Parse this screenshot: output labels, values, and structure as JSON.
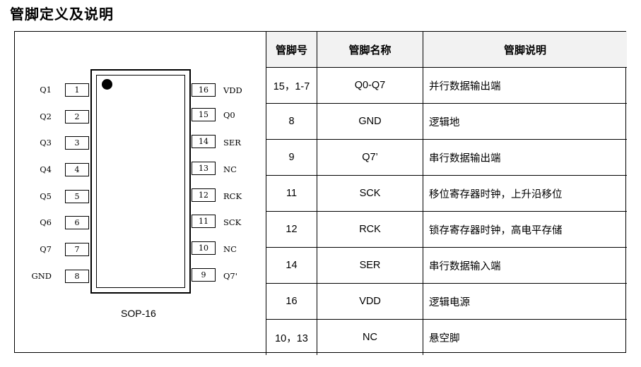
{
  "title": "管脚定义及说明",
  "package_label": "SOP-16",
  "left_pins": [
    {
      "label": "Q1",
      "num": "1"
    },
    {
      "label": "Q2",
      "num": "2"
    },
    {
      "label": "Q3",
      "num": "3"
    },
    {
      "label": "Q4",
      "num": "4"
    },
    {
      "label": "Q5",
      "num": "5"
    },
    {
      "label": "Q6",
      "num": "6"
    },
    {
      "label": "Q7",
      "num": "7"
    },
    {
      "label": "GND",
      "num": "8"
    }
  ],
  "right_pins": [
    {
      "label": "VDD",
      "num": "16"
    },
    {
      "label": "Q0",
      "num": "15"
    },
    {
      "label": "SER",
      "num": "14"
    },
    {
      "label": "NC",
      "num": "13"
    },
    {
      "label": "RCK",
      "num": "12"
    },
    {
      "label": "SCK",
      "num": "11"
    },
    {
      "label": "NC",
      "num": "10"
    },
    {
      "label": "Q7'",
      "num": "9"
    }
  ],
  "table": {
    "headers": [
      "管脚号",
      "管脚名称",
      "管脚说明"
    ],
    "rows": [
      [
        "15，1-7",
        "Q0-Q7",
        "并行数据输出端"
      ],
      [
        "8",
        "GND",
        "逻辑地"
      ],
      [
        "9",
        "Q7’",
        "串行数据输出端"
      ],
      [
        "11",
        "SCK",
        "移位寄存器时钟，上升沿移位"
      ],
      [
        "12",
        "RCK",
        "锁存寄存器时钟，高电平存储"
      ],
      [
        "14",
        "SER",
        "串行数据输入端"
      ],
      [
        "16",
        "VDD",
        "逻辑电源"
      ],
      [
        "10，13",
        "NC",
        "悬空脚"
      ]
    ]
  }
}
